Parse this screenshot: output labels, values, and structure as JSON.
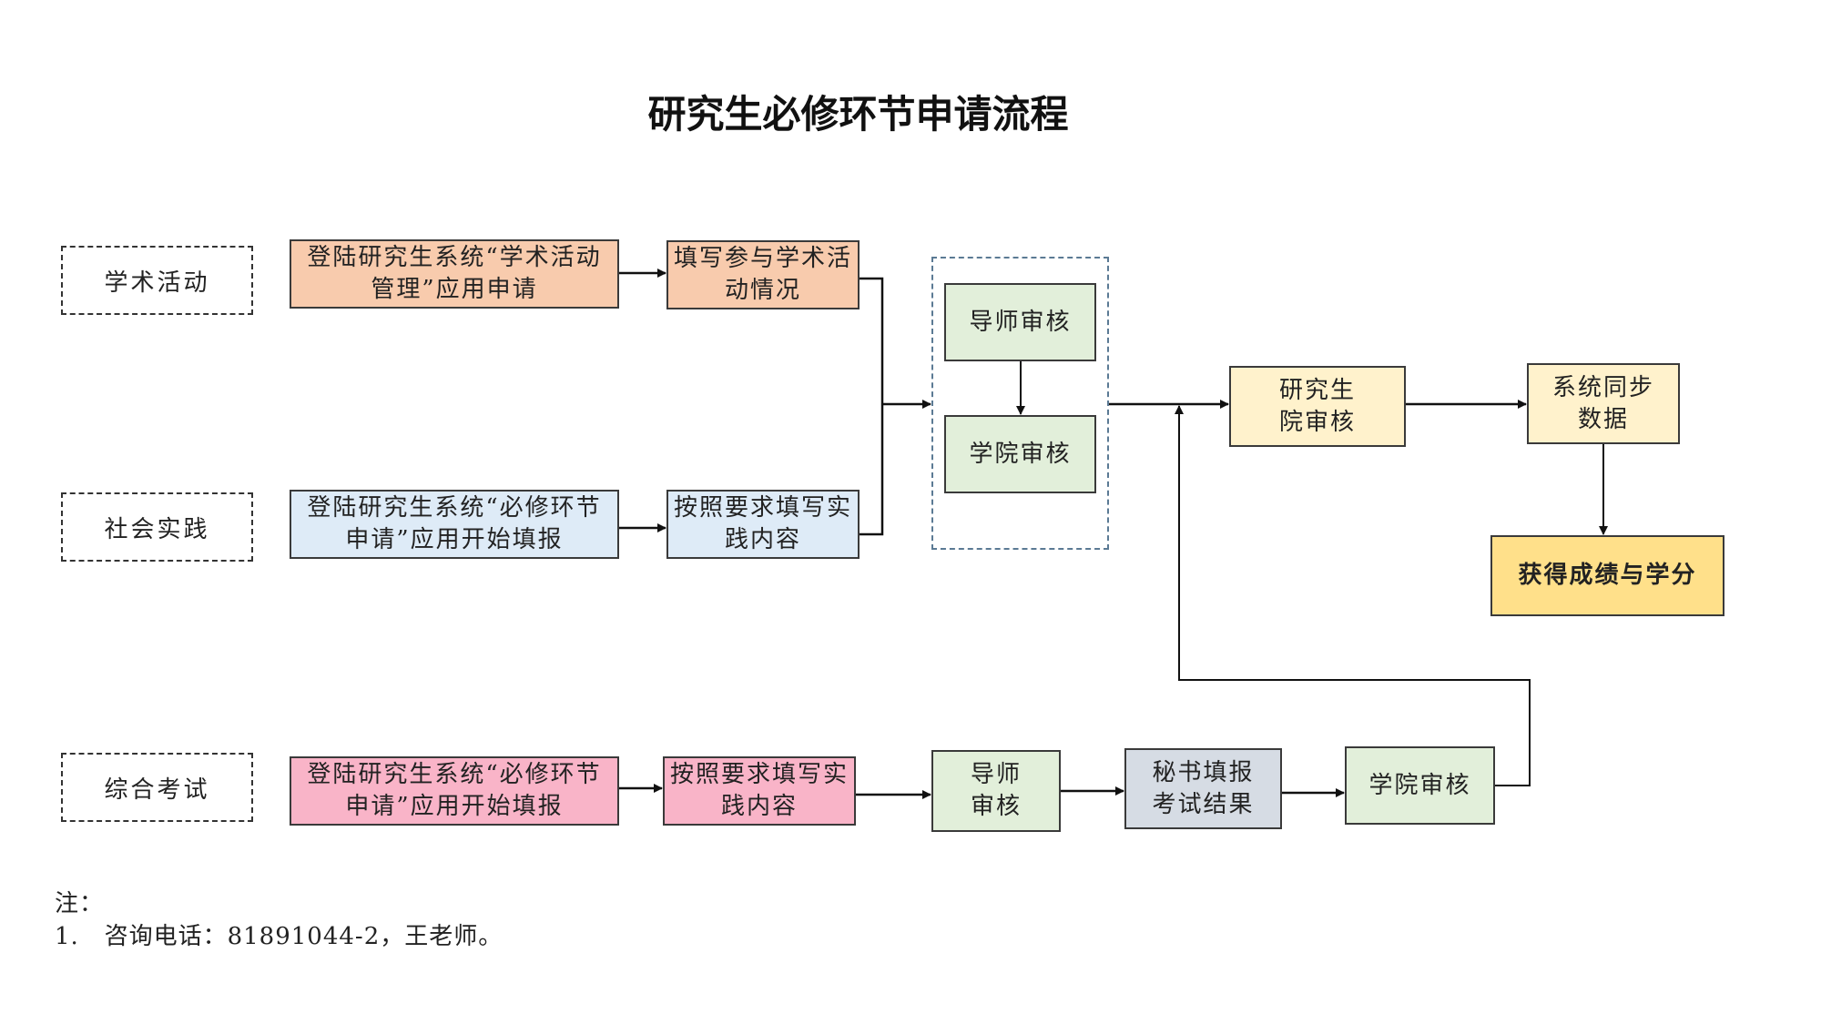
{
  "title": "研究生必修环节申请流程",
  "lanes": {
    "academic": "学术活动",
    "social": "社会实践",
    "exam": "综合考试"
  },
  "nodes": {
    "academic_login": "登陆研究生系统“学术活动管理”应用申请",
    "academic_fill": "填写参与学术活动情况",
    "social_login": "登陆研究生系统“必修环节申请”应用开始填报",
    "social_fill": "按照要求填写实践内容",
    "group_tutor_review": "导师审核",
    "group_college_review": "学院审核",
    "grad_school_review": "研究生院审核",
    "sync_data": "系统同步数据",
    "get_credit": "获得成绩与学分",
    "exam_login": "登陆研究生系统“必修环节申请”应用开始填报",
    "exam_fill": "按照要求填写实践内容",
    "exam_tutor_review": "导师审核",
    "secretary_fill": "秘书填报考试结果",
    "exam_college_review": "学院审核"
  },
  "notes": {
    "heading": "注：",
    "items": [
      "1.   咨询电话：81891044-2，王老师。"
    ]
  },
  "colors": {
    "orange": "#f8cbad",
    "blue": "#deebf7",
    "pink": "#f9b4c8",
    "green": "#e2efda",
    "cream": "#fff2cc",
    "gold": "#ffe08a",
    "gray": "#d6dce4",
    "group_border": "#5b7a94"
  }
}
